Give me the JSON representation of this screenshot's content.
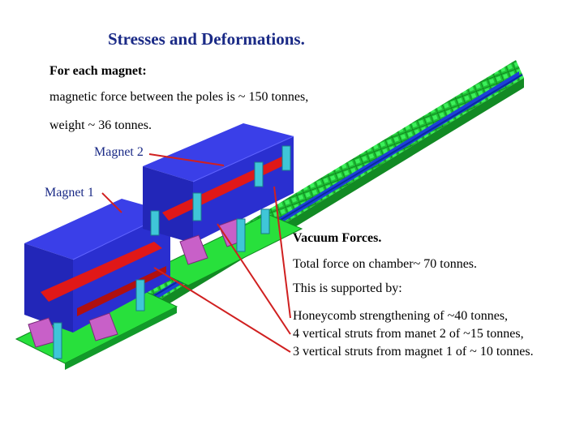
{
  "title": "Stresses and Deformations.",
  "magnet_info": {
    "heading": "For each magnet:",
    "force": "magnetic force between the poles is ~ 150 tonnes,",
    "weight": "weight ~ 36 tonnes."
  },
  "labels": {
    "magnet2": "Magnet 2",
    "magnet1": "Magnet 1"
  },
  "vacuum": {
    "heading": "Vacuum Forces.",
    "total": "Total force on chamber~ 70 tonnes.",
    "supported": "This is supported by:",
    "honeycomb": "Honeycomb strengthening of ~40 tonnes,",
    "struts_magnet2": "4 vertical struts from manet 2 of ~15 tonnes,",
    "struts_magnet1": "3 vertical struts from magnet 1 of ~ 10 tonnes."
  },
  "colors": {
    "title": "#1a2a86",
    "magnet_blue": "#2a2fd0",
    "honeycomb_green": "#22d63a",
    "base_green": "#28e03c",
    "strut_cyan": "#3fc6d8",
    "support_magenta": "#c860c8",
    "coil_red": "#e01818",
    "pointer_red": "#d02020"
  }
}
